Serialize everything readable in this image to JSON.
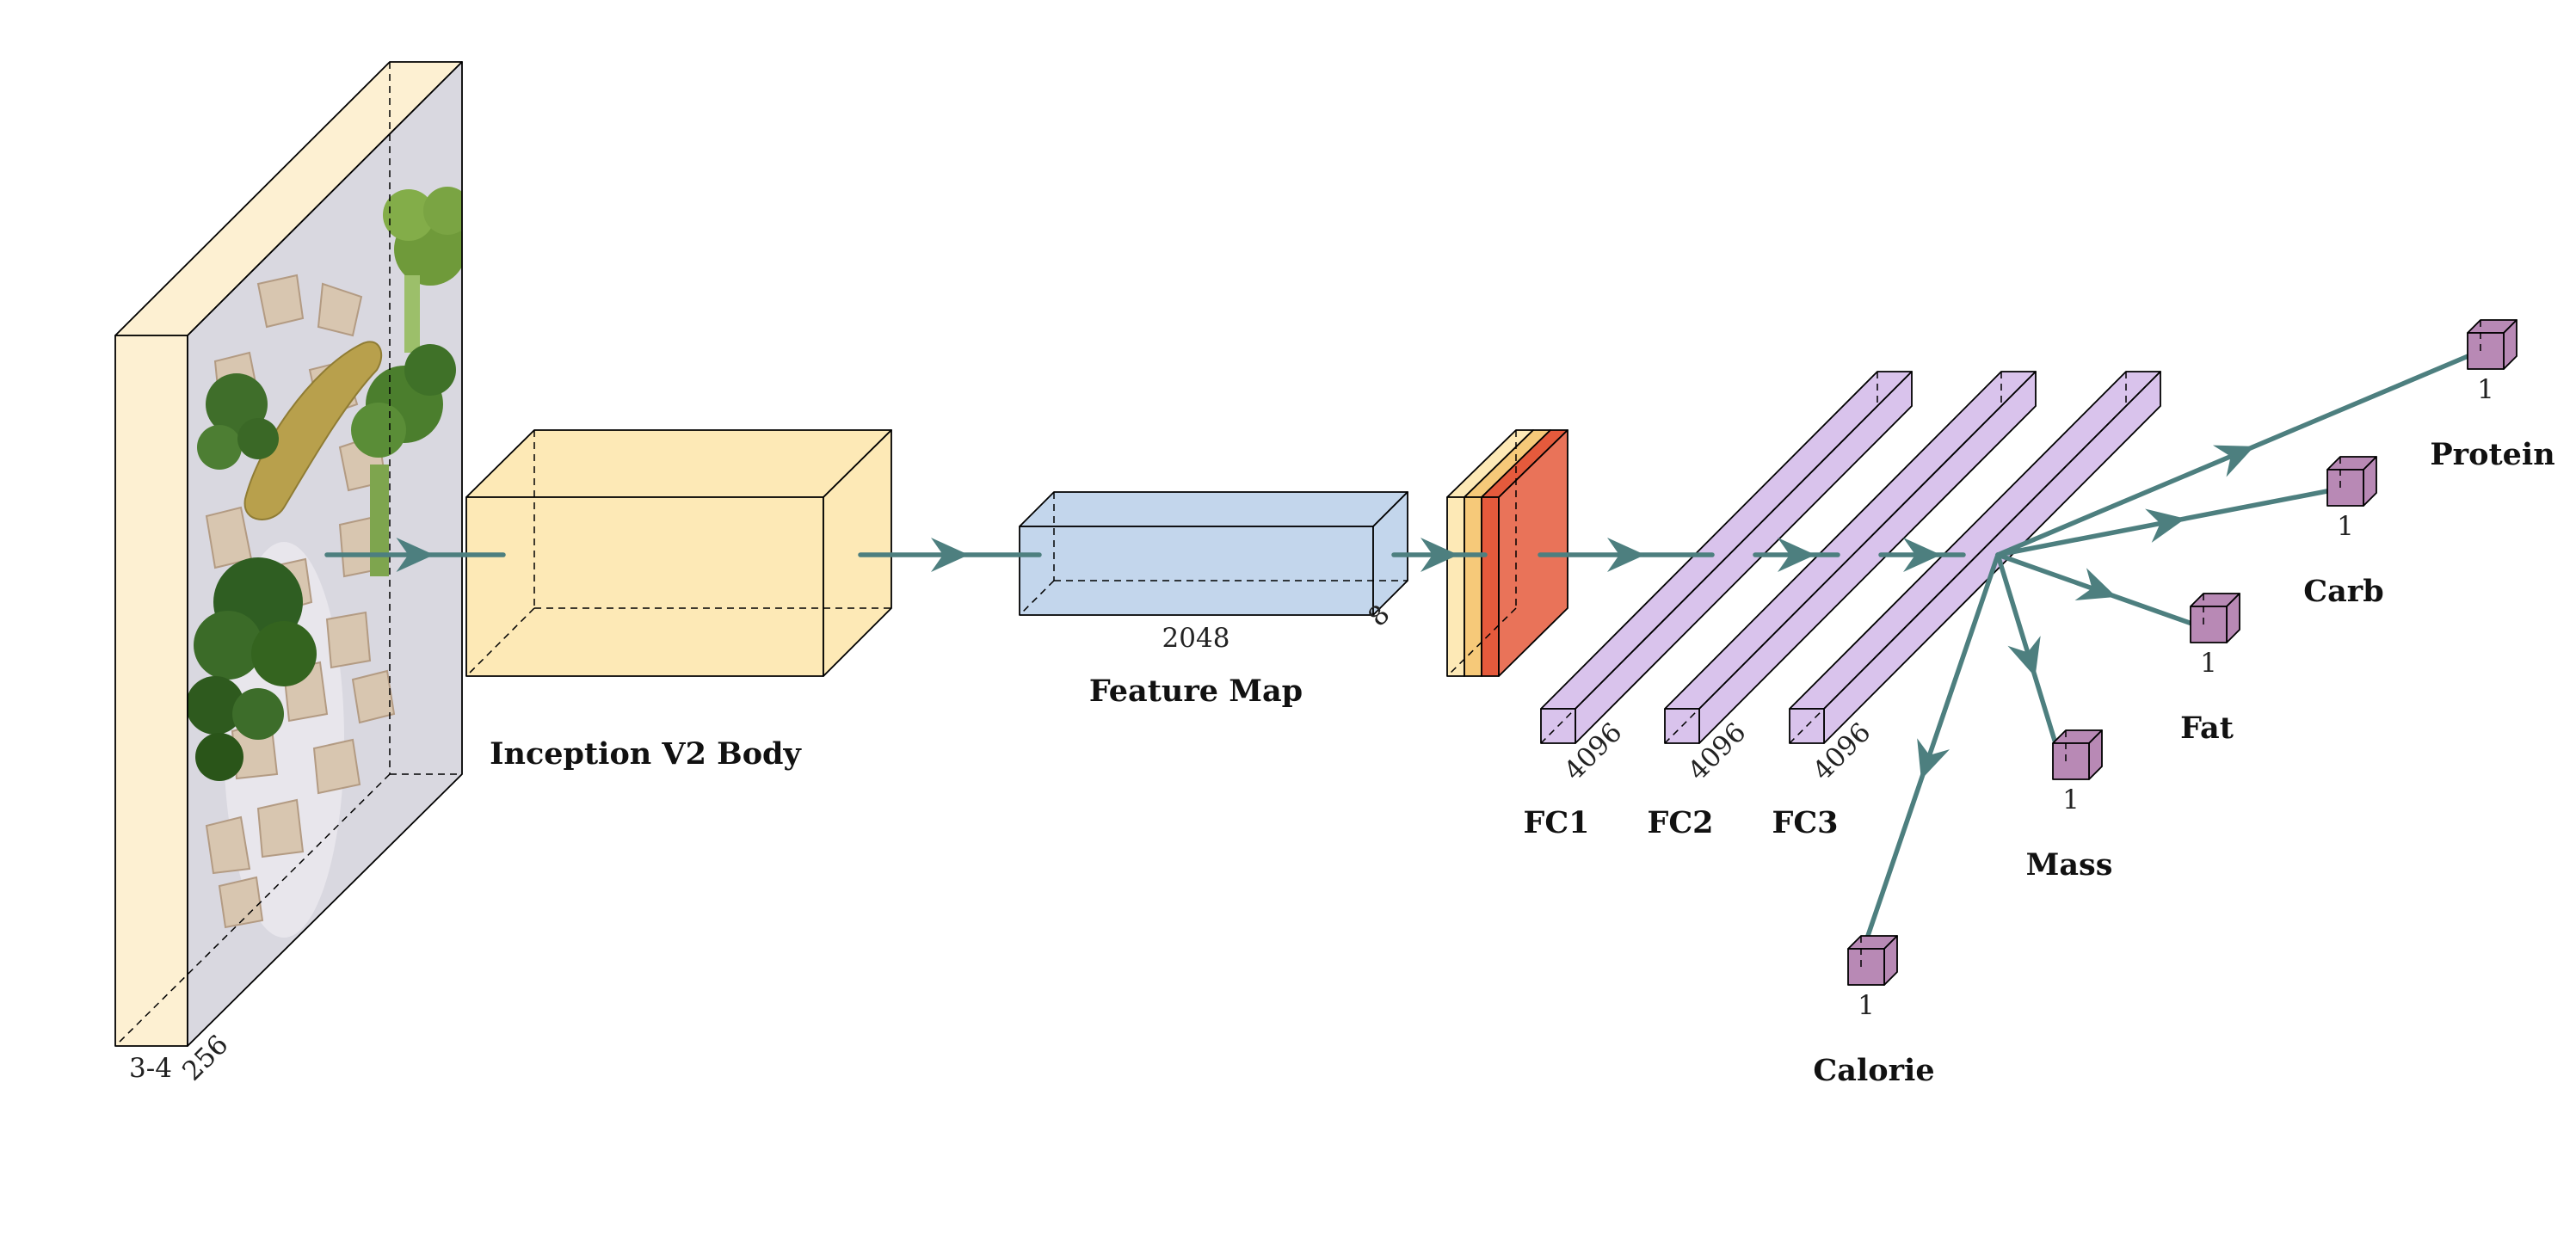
{
  "colors": {
    "input_face": "#fdf0d2",
    "body_face": "#fde9b6",
    "feature_face": "#c3d6ec",
    "fc_face": "#d9c3ec",
    "output_face": "#b889b5",
    "pool_orange": "#f6c979",
    "pool_red": "#e55a3c",
    "connector": "#4d7f7f",
    "image_bg": "#d9d8e0"
  },
  "icons": {
    "input_image": "food-photo-icon"
  },
  "input": {
    "dim_depth": "3-4",
    "dim_size": "256"
  },
  "body": {
    "label": "Inception V2 Body"
  },
  "feature_map": {
    "label": "Feature Map",
    "dim_width": "2048",
    "dim_depth": "8"
  },
  "fc_layers": [
    {
      "label": "FC1",
      "dim": "4096"
    },
    {
      "label": "FC2",
      "dim": "4096"
    },
    {
      "label": "FC3",
      "dim": "4096"
    }
  ],
  "outputs": [
    {
      "label": "Protein",
      "dim": "1"
    },
    {
      "label": "Carb",
      "dim": "1"
    },
    {
      "label": "Fat",
      "dim": "1"
    },
    {
      "label": "Mass",
      "dim": "1"
    },
    {
      "label": "Calorie",
      "dim": "1"
    }
  ]
}
